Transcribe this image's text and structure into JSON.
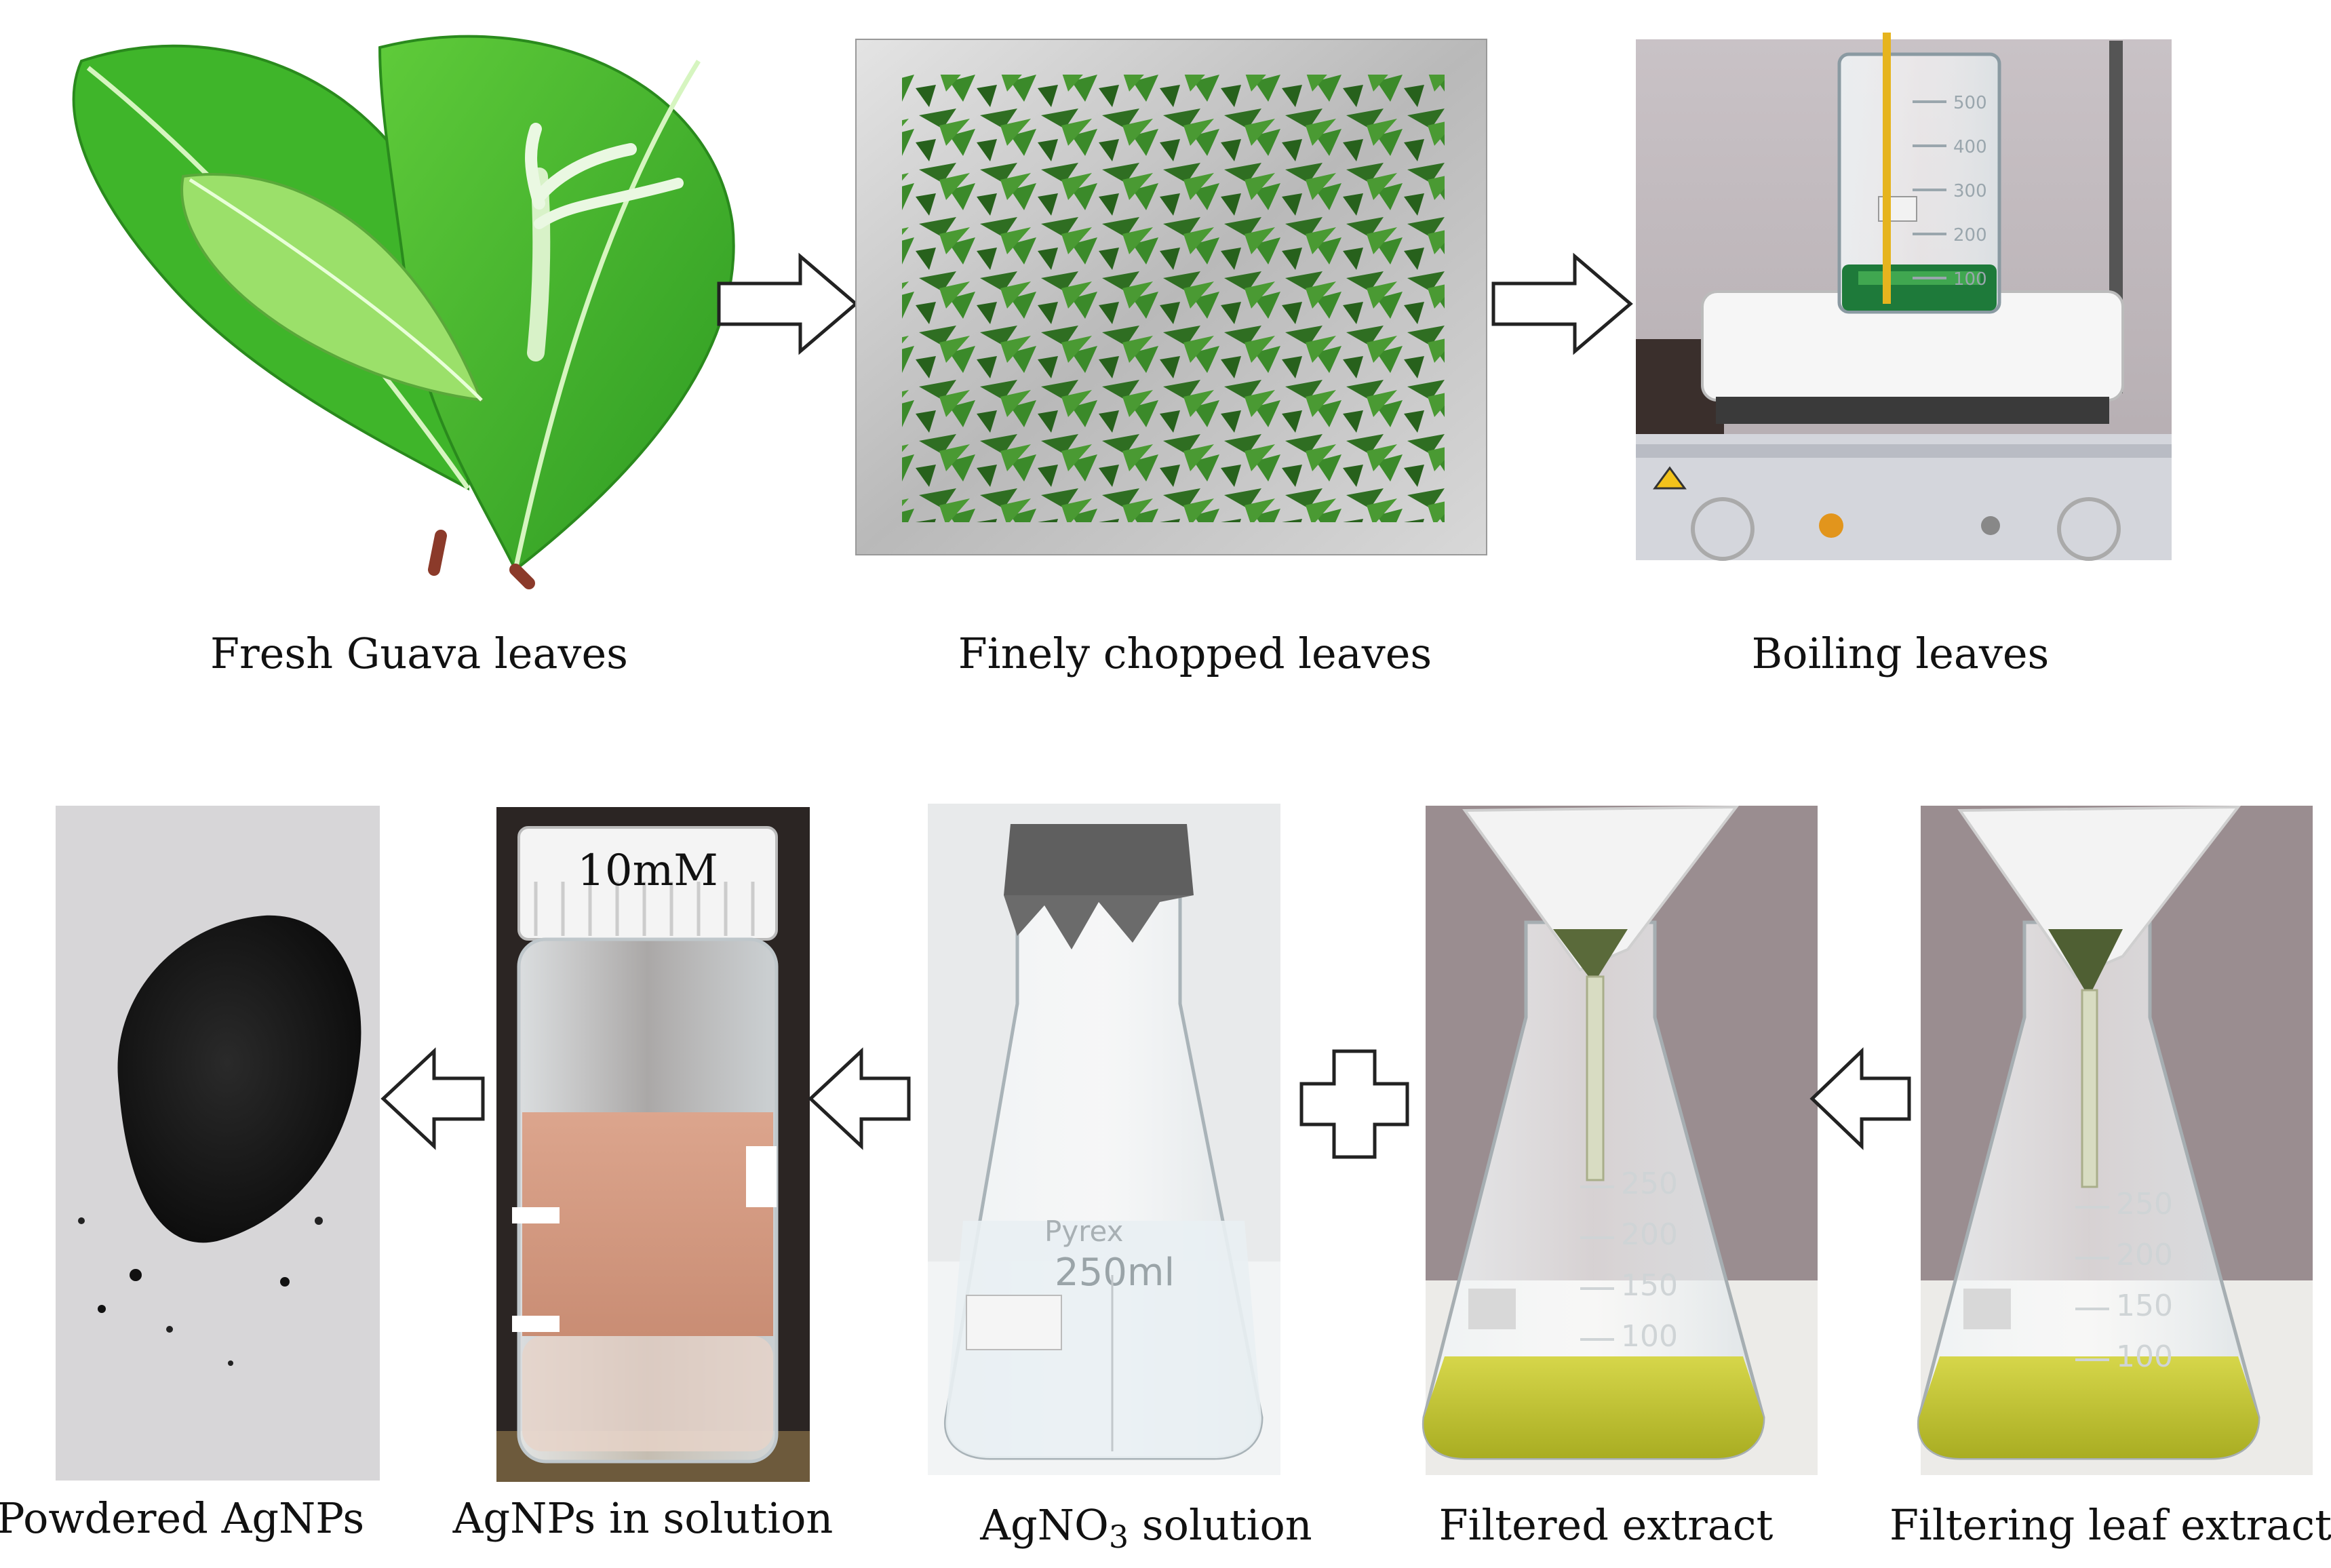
{
  "top_row": {
    "step1": {
      "caption": "Fresh Guava  leaves"
    },
    "step2": {
      "caption": "Finely  chopped leaves"
    },
    "step3": {
      "caption": "Boiling  leaves"
    }
  },
  "bottom_row": {
    "step4": {
      "caption": "Filtering  leaf extract"
    },
    "step5": {
      "caption": "Filtered extract"
    },
    "step6": {
      "caption_main": "AgNO",
      "caption_sub": "3",
      "caption_tail": " solution",
      "flask_label": "250ml",
      "flask_brand": "Pyrex"
    },
    "step7": {
      "caption": "AgNPs in solution",
      "cap_label": "10mM"
    },
    "step8": {
      "caption": "Powdered AgNPs"
    }
  },
  "beaker_marks": [
    "500",
    "400",
    "300",
    "200",
    "100"
  ],
  "flask_marks": [
    "250",
    "200",
    "150",
    "100"
  ],
  "colors": {
    "leaf": "#3fae2a",
    "leaf_dark": "#1f6d1a",
    "extract": "#c8c83a",
    "solution": "#d9a58a",
    "powder": "#141414"
  }
}
